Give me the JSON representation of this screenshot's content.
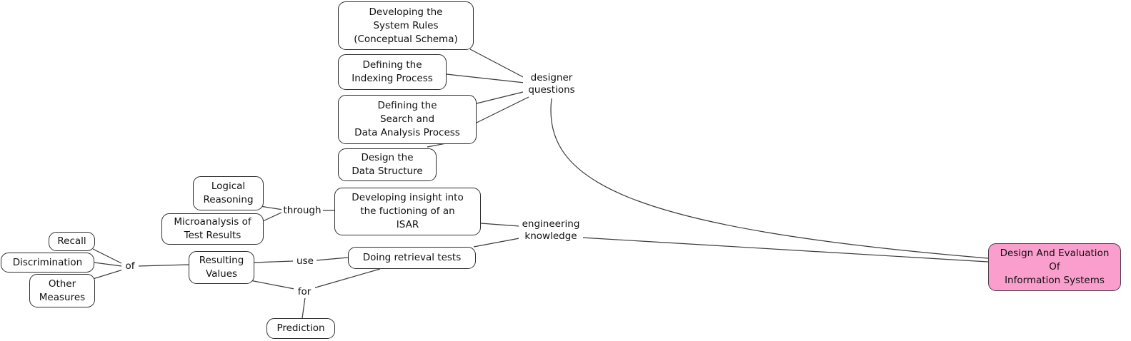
{
  "colors": {
    "node_fill": "#ffffff",
    "node_border": "#2e2e2e",
    "line": "#3a3a3a",
    "text": "#101010",
    "highlight_fill": "#fa9ecd",
    "highlight_border": "#4d3a44"
  },
  "nodes": {
    "system_rules": {
      "label": "Developing the\nSystem Rules\n(Conceptual Schema)"
    },
    "indexing": {
      "label": "Defining the\nIndexing Process"
    },
    "search": {
      "label": "Defining the\nSearch and\nData Analysis Process"
    },
    "data_structure": {
      "label": "Design the\nData Structure"
    },
    "logical_reasoning": {
      "label": "Logical\nReasoning"
    },
    "microanalysis": {
      "label": "Microanalysis of\nTest Results"
    },
    "isar": {
      "label": "Developing insight into\nthe fuctioning of an\nISAR"
    },
    "recall": {
      "label": "Recall"
    },
    "discrimination": {
      "label": "Discrimination"
    },
    "other_measures": {
      "label": "Other\nMeasures"
    },
    "resulting_values": {
      "label": "Resulting\nValues"
    },
    "retrieval_tests": {
      "label": "Doing retrieval tests"
    },
    "prediction": {
      "label": "Prediction"
    },
    "design_evaluation": {
      "label": "Design And Evaluation\nOf\nInformation Systems"
    }
  },
  "link_labels": {
    "designer_questions": "designer\nquestions",
    "through": "through",
    "engineering_knowledge": "engineering\nknowledge",
    "of": "of",
    "use": "use",
    "for": "for"
  }
}
